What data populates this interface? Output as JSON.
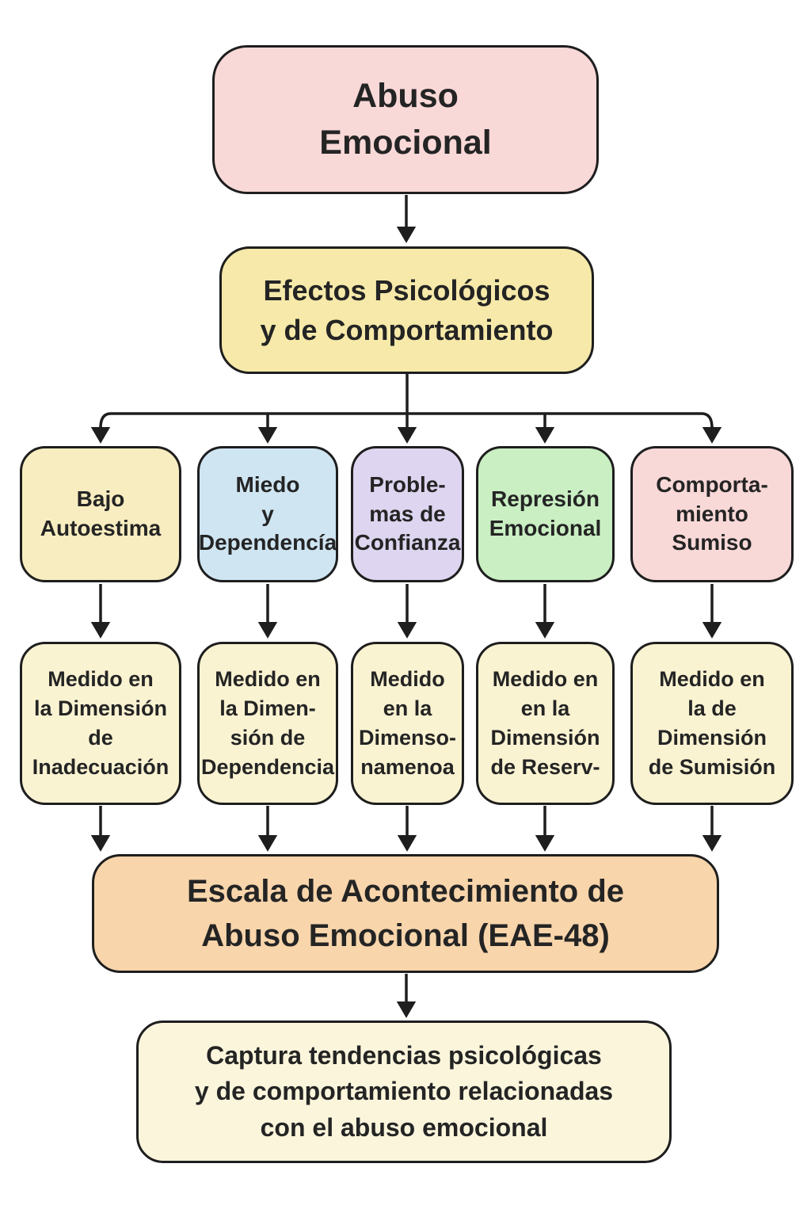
{
  "title": "Diagrama de flujo: Abuso Emocional",
  "colors": {
    "background": "#ffffff",
    "border": "#1e1e1e",
    "arrow": "#1e1e1e",
    "text": "#242424",
    "root_bg": "#f9d8d8",
    "effects_bg": "#f6e9a9",
    "branch_yellow": "#f8edc0",
    "branch_blue": "#cfe5f2",
    "branch_purple": "#ded5f0",
    "branch_green": "#c9efc3",
    "branch_pink": "#f9d9d8",
    "measure_bg": "#faf3d2",
    "scale_bg": "#f8d5ab",
    "outcome_bg": "#fbf5dc"
  },
  "nodes": {
    "root": {
      "label": "Abuso\nEmocional",
      "bg": "#f9d8d8"
    },
    "effects": {
      "label": "Efectos Psicológicos\ny de Comportamiento",
      "bg": "#f6e9a9"
    },
    "branches": [
      {
        "id": "bajo-autoestima",
        "label": "Bajo\nAutoestima",
        "bg": "#f8edc0"
      },
      {
        "id": "miedo-y-dependencia",
        "label": "Miedo\ny\nDependencía",
        "bg": "#cfe5f2"
      },
      {
        "id": "problemas-de-confianza",
        "label": "Proble-\nmas de\nConfianza",
        "bg": "#ded5f0"
      },
      {
        "id": "represion-emocional",
        "label": "Represión\nEmocional",
        "bg": "#c9efc3"
      },
      {
        "id": "comportamiento-sumiso",
        "label": "Comporta-\nmiento\nSumiso",
        "bg": "#f9d9d8"
      }
    ],
    "measures": [
      {
        "id": "dimension-inadecuacion",
        "label": "Medido en\nla Dimensión\nde\nInadecuación",
        "bg": "#faf3d2"
      },
      {
        "id": "dimension-dependencia",
        "label": "Medido en\nla Dimen-\nsión de\nDependencia",
        "bg": "#faf3d2"
      },
      {
        "id": "dimension-namenoa",
        "label": "Medido\nen la\nDimenso-\nnamenoa",
        "bg": "#faf3d2"
      },
      {
        "id": "dimension-reserva",
        "label": "Medido en\nen la\nDimensión\nde Reserv-",
        "bg": "#faf3d2"
      },
      {
        "id": "dimension-sumision",
        "label": "Medido en\nla de\nDimensión\nde Sumisión",
        "bg": "#faf3d2"
      }
    ],
    "scale": {
      "label": "Escala de Acontecimiento de\nAbuso Emocional (EAE-48)",
      "bg": "#f8d5ab"
    },
    "outcome": {
      "label": "Captura tendencias psicológicas\ny de comportamiento relacionadas\ncon el abuso emocional",
      "bg": "#fbf5dc"
    }
  }
}
